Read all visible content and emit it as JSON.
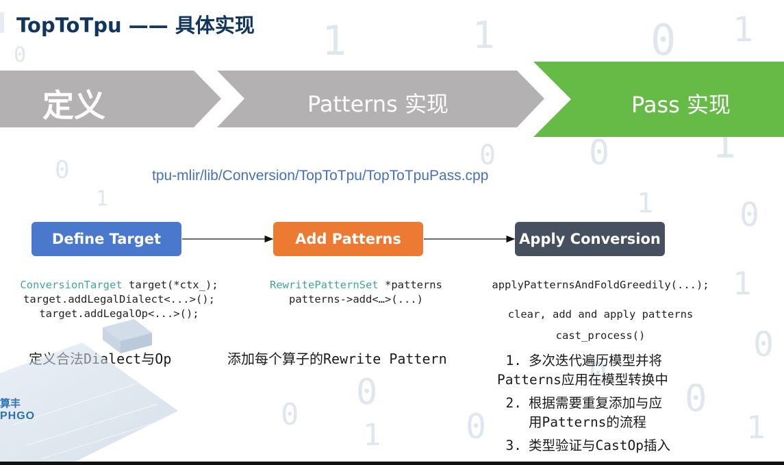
{
  "title": "TopToTpu —— 具体实现",
  "process": {
    "steps": [
      {
        "label": "定义",
        "color": "#b3b1b2",
        "active": false
      },
      {
        "label": "Patterns 实现",
        "color": "#b3b1b2",
        "active": false
      },
      {
        "label": "Pass 实现",
        "color": "#66bb46",
        "active": true
      }
    ]
  },
  "source_path": "tpu-mlir/lib/Conversion/TopToTpu/TopToTpuPass.cpp",
  "flow": {
    "define_target": {
      "label": "Define Target",
      "color": "#4a78cd",
      "code_kw": "ConversionTarget",
      "code_line1_rest": " target(*ctx_);",
      "code_line2": "target.addLegalDialect<...>();",
      "code_line3": "target.addLegalOp<...>();",
      "description": "定义合法Dialect与Op"
    },
    "add_patterns": {
      "label": "Add Patterns",
      "color": "#ec7a32",
      "code_kw": "RewritePatternSet",
      "code_line1_rest": " *patterns",
      "code_line2": "patterns->add<…>(...)",
      "description": "添加每个算子的Rewrite Pattern"
    },
    "apply_conversion": {
      "label": "Apply Conversion",
      "color": "#46505f",
      "code_line1": "applyPatternsAndFoldGreedily(...);",
      "code_line2": "clear, add and apply patterns",
      "code_line3": "cast_process()",
      "list": [
        {
          "num": "1.",
          "line1": "多次迭代遍历模型并将",
          "line2": "Patterns应用在模型转换中"
        },
        {
          "num": "2.",
          "line1": "根据需要重复添加与应",
          "line2": "用Patterns的流程"
        },
        {
          "num": "3.",
          "line1": "类型验证与CastOp插入"
        }
      ]
    }
  },
  "logo": {
    "line1": "算丰",
    "line2": "PHGO"
  }
}
